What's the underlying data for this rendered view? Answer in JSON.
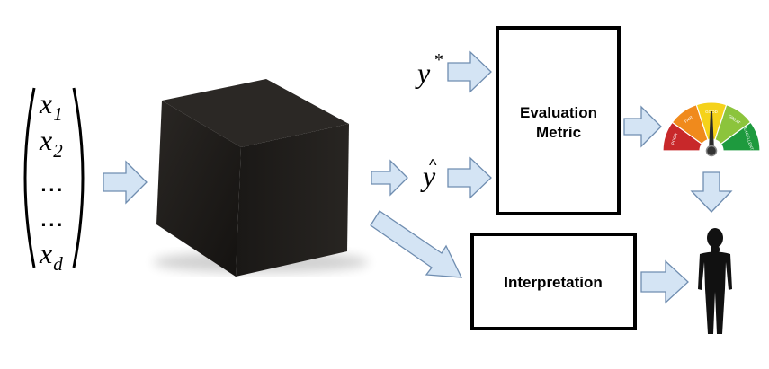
{
  "input_vector": {
    "entries": [
      {
        "base": "x",
        "sub": "1"
      },
      {
        "base": "x",
        "sub": "2"
      },
      {
        "base": "...",
        "sub": ""
      },
      {
        "base": "...",
        "sub": ""
      },
      {
        "base": "x",
        "sub": "d"
      }
    ]
  },
  "ground_truth": {
    "base": "y",
    "sup": "*"
  },
  "prediction": {
    "base": "y",
    "accent": "^"
  },
  "evaluation_box": {
    "line1": "Evaluation",
    "line2": "Metric"
  },
  "interpretation_box": {
    "label": "Interpretation"
  },
  "gauge": {
    "segment_labels": [
      "POOR",
      "FAIR",
      "GOOD",
      "GREAT",
      "EXCELLENT"
    ],
    "segment_colors": [
      "#c8282a",
      "#f08a1c",
      "#f5d21a",
      "#8cc43c",
      "#1e9a3e"
    ]
  },
  "colors": {
    "arrow_fill": "#d4e4f4",
    "arrow_stroke": "#6f8db0",
    "cube": "#1c1a18"
  }
}
